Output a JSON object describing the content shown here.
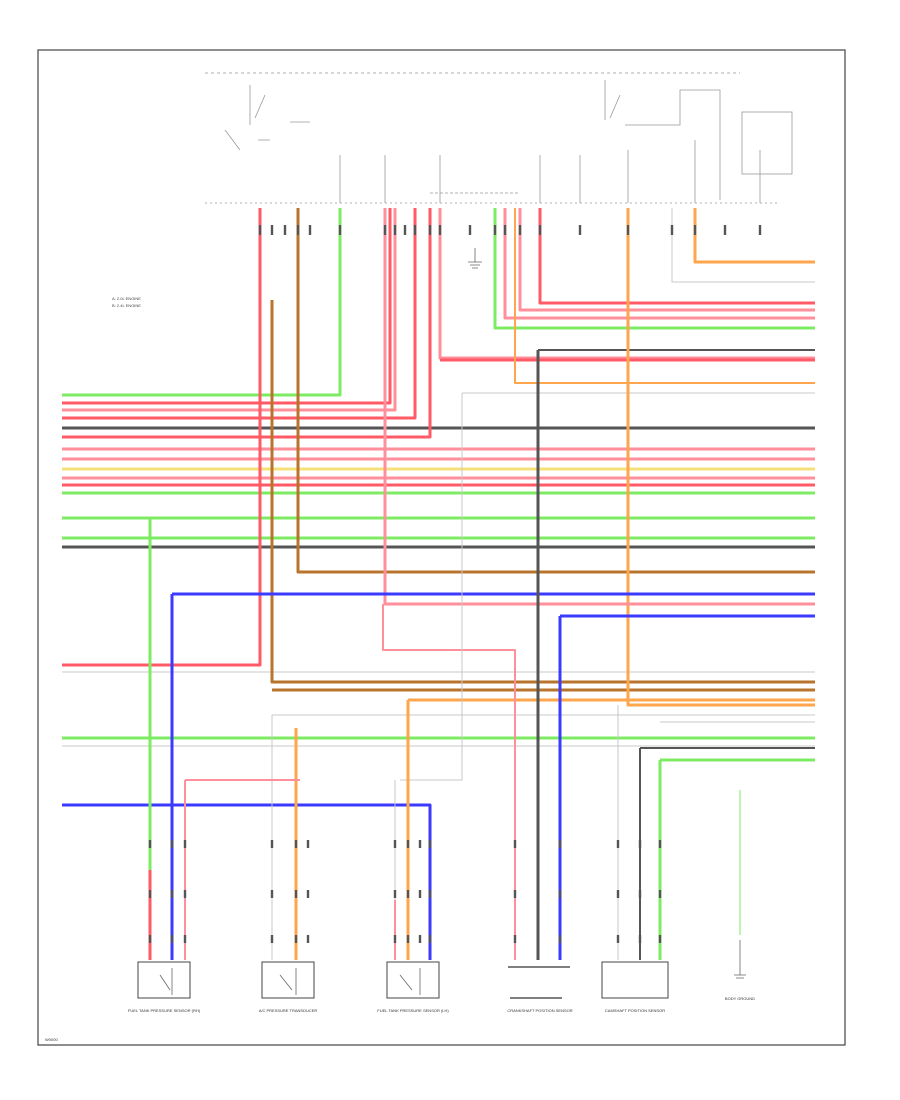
{
  "diagram": {
    "wire_colors": {
      "green": "#7dec63",
      "red": "#ff5a66",
      "pink": "#ff8f9a",
      "black": "#555555",
      "yellow": "#f6e07a",
      "orange": "#ffa54d",
      "brown": "#b8742c",
      "blue": "#3b3bff",
      "gray": "#c8c8c8",
      "frame": "#444444"
    },
    "components": [
      {
        "id": "c1",
        "label": "FUEL TANK PRESSURE SENSOR (RH)"
      },
      {
        "id": "c2",
        "label": "A/C PRESSURE TRANSDUCER"
      },
      {
        "id": "c3",
        "label": "FUEL TANK PRESSURE SENSOR (LH)"
      },
      {
        "id": "c4",
        "label": "CRANKSHAFT POSITION SENSOR"
      },
      {
        "id": "c5",
        "label": "CAMSHAFT POSITION SENSOR"
      },
      {
        "id": "c6",
        "label": "BODY GROUND"
      }
    ],
    "legend": [
      "A: 2.0L ENGINE",
      "B: 2.4L ENGINE"
    ],
    "footer_code": "W0000"
  }
}
